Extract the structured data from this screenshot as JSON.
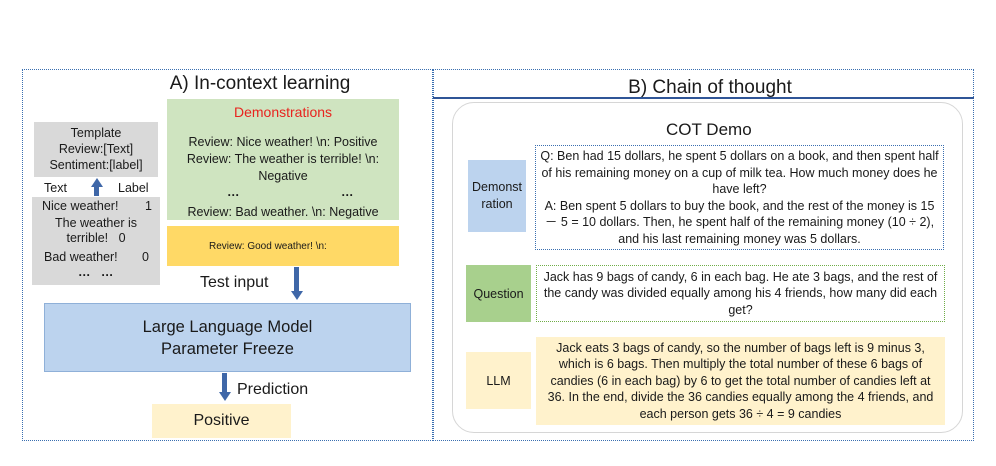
{
  "panelA": {
    "title": "A) In-context learning",
    "template": {
      "line1": "Template",
      "line2": "Review:[Text]",
      "line3": "Sentiment:[label]"
    },
    "col_text": "Text",
    "col_label": "Label",
    "rows": [
      {
        "text": "Nice weather!",
        "label": "1"
      },
      {
        "text_line1": "The weather is",
        "text_line2": "terrible!",
        "label": "0"
      },
      {
        "text": "Bad weather!",
        "label": "0"
      }
    ],
    "ellipsis": "…   …",
    "demonstrations": {
      "title": "Demonstrations",
      "line1": "Review: Nice weather! \\n: Positive",
      "line2": "Review: The weather is terrible!  \\n:",
      "line3": "Negative",
      "ellipsis_left": "…",
      "ellipsis_right": "…",
      "line4": "Review: Bad weather. \\n: Negative"
    },
    "test_review": "Review: Good weather! \\n:",
    "test_input_label": "Test input",
    "llm_line1": "Large Language Model",
    "llm_line2": "Parameter Freeze",
    "prediction_label": "Prediction",
    "prediction_value": "Positive"
  },
  "panelB": {
    "title": "B) Chain of thought",
    "cot_title": "COT Demo",
    "demo_label_line1": "Demonst",
    "demo_label_line2": "ration",
    "demo_q": "Q: Ben had 15 dollars, he spent 5 dollars on a book, and then spent half of his remaining money on a cup of milk tea. How much money does he have left?",
    "demo_a": "A: Ben spent 5 dollars to buy the book, and the rest of the money is 15 － 5 = 10 dollars. Then, he spent half of the remaining money (10 ÷ 2), and his last remaining money was 5 dollars.",
    "question_label": "Question",
    "question_text": "Jack has 9 bags of candy, 6 in each bag. He ate 3 bags, and the rest of the candy was divided equally among his 4 friends, how many did each get?",
    "llm_label": "LLM",
    "llm_text": "Jack eats 3 bags of candy, so the number of bags left is 9 minus 3, which is 6 bags. Then multiply the total number of these 6 bags of candies (6 in each bag) by 6 to get the total number of candies left at 36. In the end, divide the 36 candies equally among the 4 friends, and each person gets 36 ÷ 4 = 9 candies"
  },
  "colors": {
    "panel_border": "#3a6fb0",
    "grey_box": "#d9d9d9",
    "demo_green": "#cfe4c0",
    "demo_title_red": "#e8231e",
    "test_yellow": "#ffd966",
    "llm_blue": "#bcd3ee",
    "prediction_cream": "#fff2cc",
    "question_green": "#a8d08d"
  }
}
